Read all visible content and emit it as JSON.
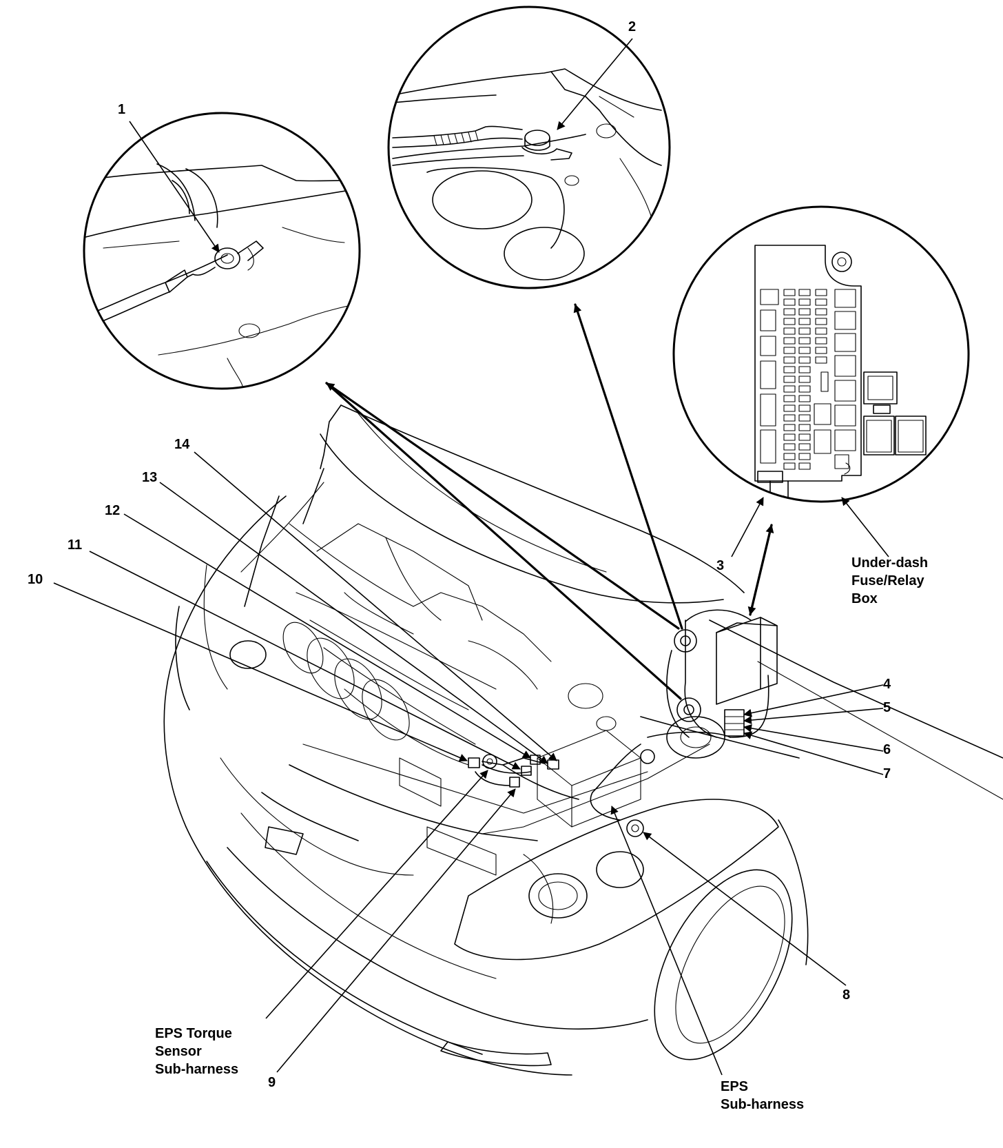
{
  "callouts": {
    "c1": "1",
    "c2": "2",
    "c3": "3",
    "c4": "4",
    "c5": "5",
    "c6": "6",
    "c7": "7",
    "c8": "8",
    "c9": "9",
    "c10": "10",
    "c11": "11",
    "c12": "12",
    "c13": "13",
    "c14": "14"
  },
  "labels": {
    "fuse_box": [
      "Under-dash",
      "Fuse/Relay",
      "Box"
    ],
    "torque_sensor": [
      "EPS Torque",
      "Sensor",
      "Sub-harness"
    ],
    "eps_subharness": [
      "EPS",
      "Sub-harness"
    ]
  }
}
